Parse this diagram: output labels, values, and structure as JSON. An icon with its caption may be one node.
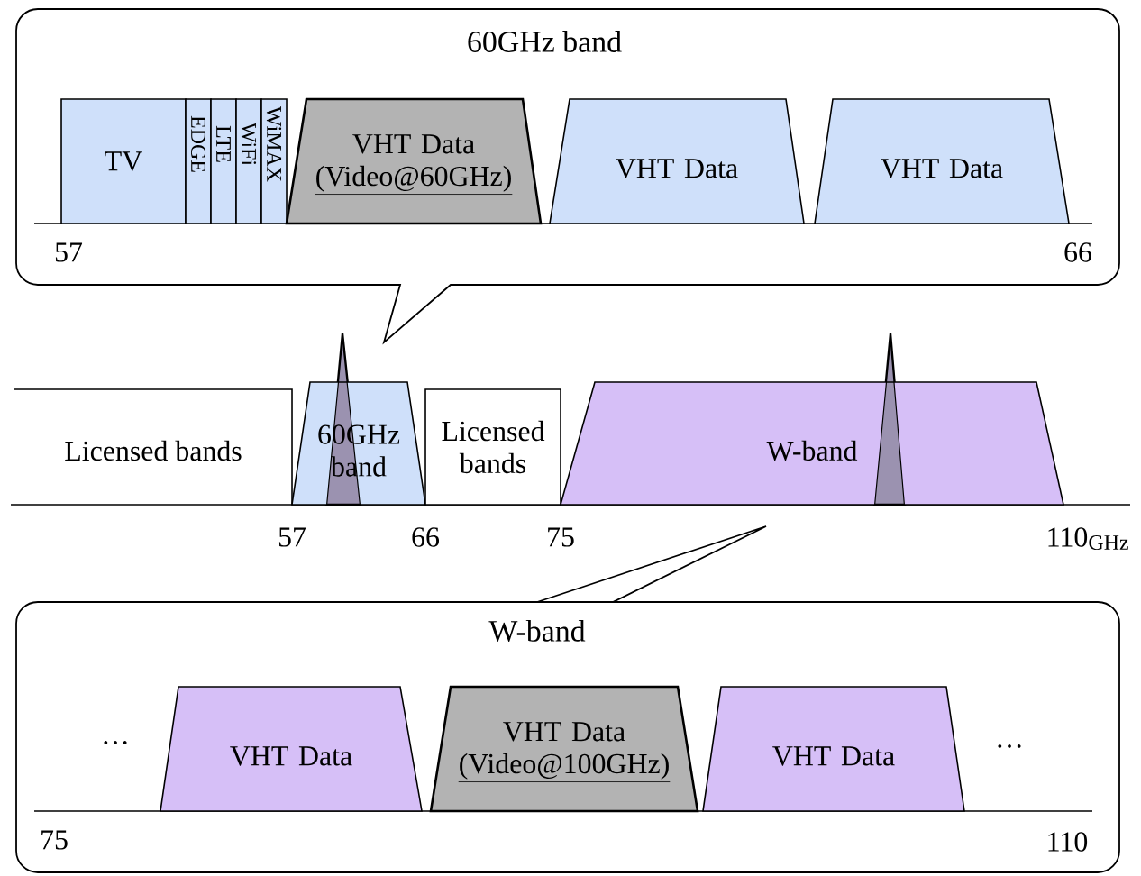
{
  "diagram": {
    "nodes": [
      {
        "text": [
          "60GHz band"
        ]
      },
      {
        "text": [
          "TV"
        ],
        "in": 0
      },
      {
        "text": [
          "EDGE"
        ],
        "in": 0
      },
      {
        "text": [
          "LTE"
        ],
        "in": 0
      },
      {
        "text": [
          "WiFi"
        ],
        "in": 0
      },
      {
        "text": [
          "WiMAX"
        ],
        "in": 0
      },
      {
        "text": [
          "VHT Data",
          "(Video@60GHz)"
        ],
        "in": 0
      },
      {
        "text": [
          "VHT Data"
        ],
        "in": 0
      },
      {
        "text": [
          "VHT Data"
        ],
        "in": 0
      },
      {
        "text": [
          "Licensed bands"
        ]
      },
      {
        "text": [
          "60GHz band"
        ]
      },
      {
        "text": [
          "Licensed bands"
        ]
      },
      {
        "text": [
          "W-band"
        ]
      },
      {
        "text": [
          "W-band"
        ]
      },
      {
        "text": [
          "VHT Data"
        ],
        "in": 13
      },
      {
        "text": [
          "VHT Data",
          "(Video@100GHz)"
        ],
        "in": 13
      },
      {
        "text": [
          "VHT Data"
        ],
        "in": 13
      },
      {
        "text": [],
        "shape": "triangle"
      },
      {
        "text": [],
        "shape": "triangle"
      }
    ],
    "labels": [
      "57",
      "66",
      "57",
      "66",
      "75",
      "110",
      "GHz",
      "…",
      "…",
      "75",
      "110"
    ]
  }
}
